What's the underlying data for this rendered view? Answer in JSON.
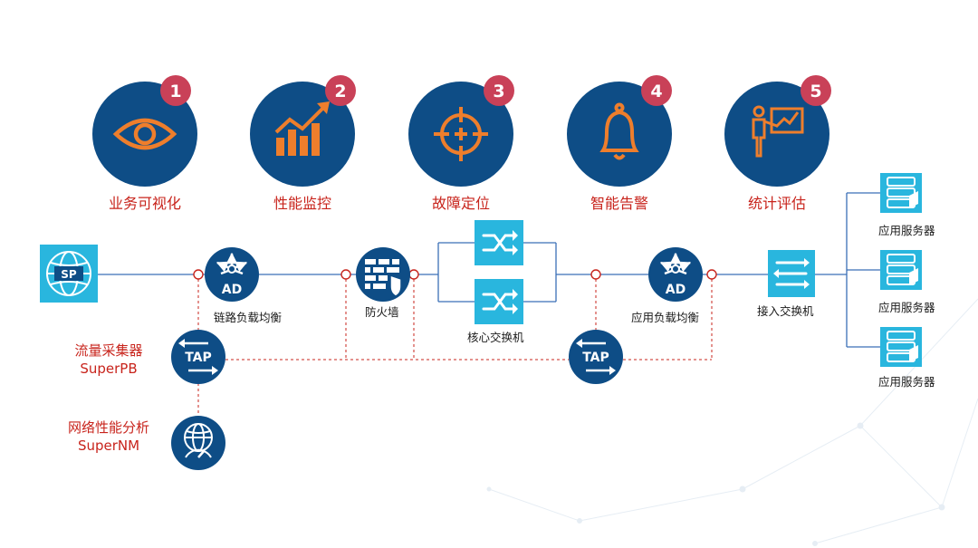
{
  "colors": {
    "navy": "#0e4d86",
    "accent_orange": "#ee7e2c",
    "badge": "#c94158",
    "label_red": "#c8241c",
    "device_cyan": "#29b6de",
    "line_blue": "#3b6fb6",
    "dash_red": "#c8241c"
  },
  "features": [
    {
      "number": "1",
      "label": "业务可视化",
      "icon": "eye-icon"
    },
    {
      "number": "2",
      "label": "性能监控",
      "icon": "bar-trend-icon"
    },
    {
      "number": "3",
      "label": "故障定位",
      "icon": "crosshair-icon"
    },
    {
      "number": "4",
      "label": "智能告警",
      "icon": "bell-icon"
    },
    {
      "number": "5",
      "label": "统计评估",
      "icon": "presenter-icon"
    }
  ],
  "nodes": {
    "isp": {
      "badge": "SP",
      "icon": "internet-globe-icon"
    },
    "link_lb": {
      "badge": "AD",
      "label": "链路负载均衡",
      "icon": "load-balancer-icon"
    },
    "firewall": {
      "label": "防火墙",
      "icon": "firewall-icon"
    },
    "core_switch": {
      "label": "核心交换机",
      "icon": "switch-icon"
    },
    "app_lb": {
      "badge": "AD",
      "label": "应用负载均衡",
      "icon": "load-balancer-icon"
    },
    "access_switch": {
      "label": "接入交换机",
      "icon": "access-switch-icon"
    },
    "servers": [
      {
        "label": "应用服务器"
      },
      {
        "label": "应用服务器"
      },
      {
        "label": "应用服务器"
      }
    ],
    "tap_left": {
      "badge": "TAP"
    },
    "tap_right": {
      "badge": "TAP"
    }
  },
  "products": {
    "superpb": {
      "line1": "流量采集器",
      "line2": "SuperPB"
    },
    "supernm": {
      "line1": "网络性能分析",
      "line2": "SuperNM"
    }
  }
}
